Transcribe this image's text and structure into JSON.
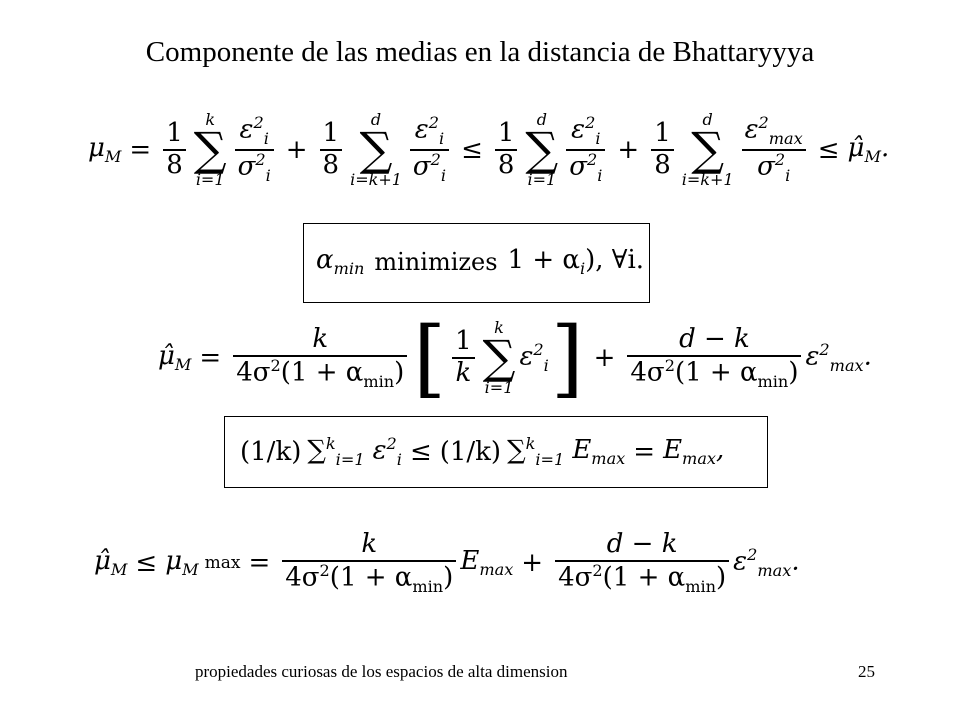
{
  "slide": {
    "title": "Componente de las medias en la distancia de Bhattaryyya",
    "footer_text": "propiedades curiosas de los espacios de alta dimension",
    "page_number": "25"
  },
  "equations": {
    "eq1": {
      "lhs": "μ",
      "lhs_sub": "M",
      "one": "1",
      "eight": "8",
      "sum_upper_k": "k",
      "sum_lower_i1": "i=1",
      "sum_upper_d": "d",
      "sum_lower_ik1": "i=k+1",
      "eps2": "ε",
      "eps2_sub": "i",
      "sigma2": "σ",
      "sigma2_sub": "i",
      "eps_max": "ε",
      "eps_max_sub": "max",
      "sup2": "2",
      "rhs": "μ̂",
      "rhs_sub": "M",
      "end": "."
    },
    "eq2": {
      "alpha": "α",
      "alpha_sub": "min",
      "text": "minimizes",
      "expr": "1 + α",
      "expr_sub": "i",
      "tail": "), ∀i."
    },
    "eq3": {
      "lhs": "μ̂",
      "lhs_sub": "M",
      "num1": "k",
      "den_a": "4σ",
      "den_b": "(1 + α",
      "den_sub": "min",
      "den_c": ")",
      "inner_num": "1",
      "inner_den": "k",
      "sum_upper": "k",
      "sum_lower": "i=1",
      "eps": "ε",
      "eps_sub": "i",
      "num2": "d − k",
      "eps_max": "ε",
      "eps_max_sub": "max",
      "sup2": "2",
      "end": "."
    },
    "eq4": {
      "a": "(1/k)",
      "sum": "∑",
      "sum_sup": "k",
      "sum_sub": "i=1",
      "eps": "ε",
      "eps_sup": "2",
      "eps_sub": "i",
      "leq": "≤",
      "b": "(1/k)",
      "E": "E",
      "E_sub": "max",
      "eq": "=",
      "end": ","
    },
    "eq5": {
      "lhs": "μ̂",
      "lhs_sub": "M",
      "leq": "≤",
      "mu": "μ",
      "mu_sub": "M",
      "max": "max",
      "num1": "k",
      "den_a": "4σ",
      "den_b": "(1 + α",
      "den_sub": "min",
      "den_c": ")",
      "E": "E",
      "E_sub": "max",
      "num2": "d − k",
      "eps": "ε",
      "eps_sub": "max",
      "sup2": "2",
      "end": "."
    }
  }
}
